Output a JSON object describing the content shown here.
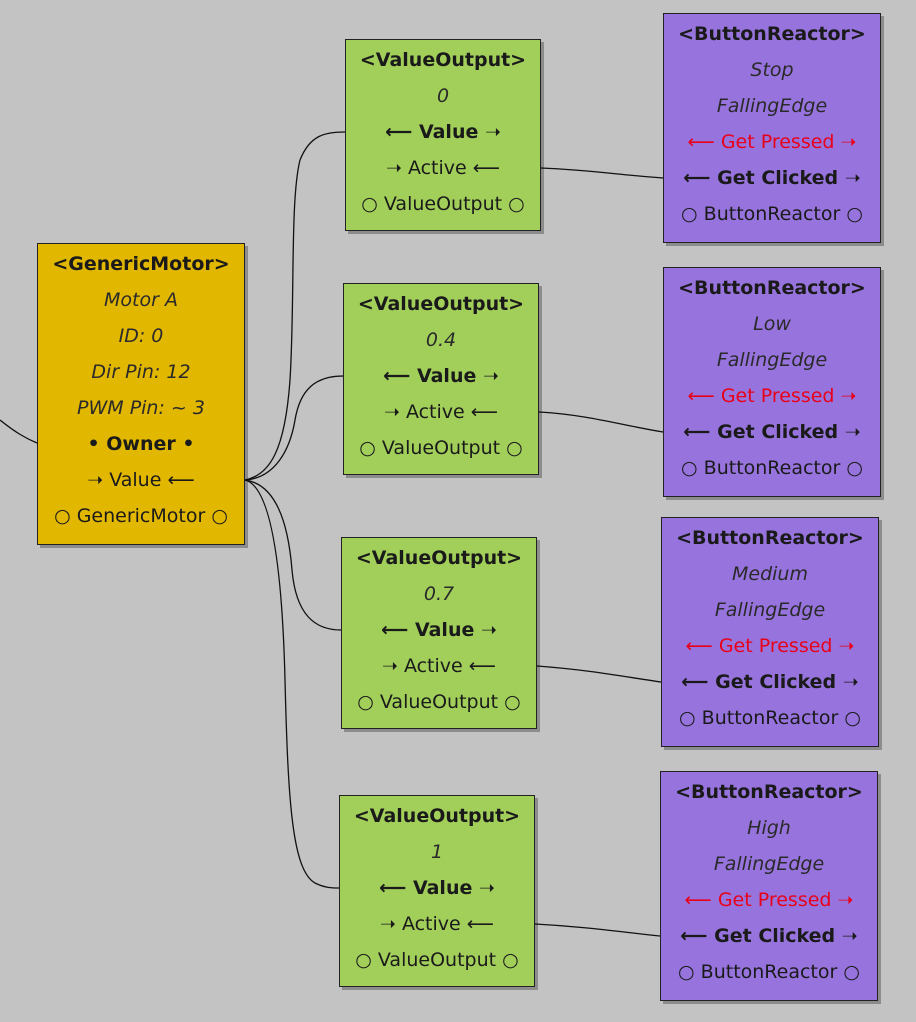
{
  "motor": {
    "type": "<GenericMotor>",
    "name": "Motor A",
    "id": "ID: 0",
    "dir_pin": "Dir Pin: 12",
    "pwm_pin": "PWM Pin: ~ 3",
    "owner": "• Owner •",
    "value": "➝ Value ⟵",
    "socket": "○ GenericMotor ○",
    "color": "#e2b700"
  },
  "value_outputs": [
    {
      "type": "<ValueOutput>",
      "value": "0",
      "value_port": "⟵ Value ➝",
      "active": "➝ Active ⟵",
      "socket": "○ ValueOutput ○"
    },
    {
      "type": "<ValueOutput>",
      "value": "0.4",
      "value_port": "⟵ Value ➝",
      "active": "➝ Active ⟵",
      "socket": "○ ValueOutput ○"
    },
    {
      "type": "<ValueOutput>",
      "value": "0.7",
      "value_port": "⟵ Value ➝",
      "active": "➝ Active ⟵",
      "socket": "○ ValueOutput ○"
    },
    {
      "type": "<ValueOutput>",
      "value": "1",
      "value_port": "⟵ Value ➝",
      "active": "➝ Active ⟵",
      "socket": "○ ValueOutput ○"
    }
  ],
  "button_reactors": [
    {
      "type": "<ButtonReactor>",
      "name": "Stop",
      "edge": "FallingEdge",
      "get_pressed": "⟵ Get Pressed ➝",
      "get_clicked": "⟵ Get Clicked ➝",
      "socket": "○ ButtonReactor ○"
    },
    {
      "type": "<ButtonReactor>",
      "name": "Low",
      "edge": "FallingEdge",
      "get_pressed": "⟵ Get Pressed ➝",
      "get_clicked": "⟵ Get Clicked ➝",
      "socket": "○ ButtonReactor ○"
    },
    {
      "type": "<ButtonReactor>",
      "name": "Medium",
      "edge": "FallingEdge",
      "get_pressed": "⟵ Get Pressed ➝",
      "get_clicked": "⟵ Get Clicked ➝",
      "socket": "○ ButtonReactor ○"
    },
    {
      "type": "<ButtonReactor>",
      "name": "High",
      "edge": "FallingEdge",
      "get_pressed": "⟵ Get Pressed ➝",
      "get_clicked": "⟵ Get Clicked ➝",
      "socket": "○ ButtonReactor ○"
    }
  ],
  "colors": {
    "background": "#c3c3c3",
    "motor_node": "#e2b700",
    "value_output_node": "#a2cf5a",
    "button_reactor_node": "#9774dd",
    "get_pressed_text": "#e8001a"
  }
}
